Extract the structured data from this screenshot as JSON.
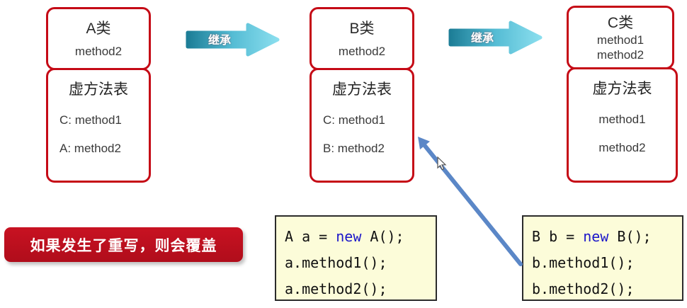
{
  "classes": [
    {
      "name": "A类",
      "methods": [
        "method2"
      ],
      "vtable_title": "虚方法表",
      "vtable_entries": [
        "C: method1",
        "A: method2"
      ]
    },
    {
      "name": "B类",
      "methods": [
        "method2"
      ],
      "vtable_title": "虚方法表",
      "vtable_entries": [
        "C: method1",
        "B: method2"
      ]
    },
    {
      "name": "C类",
      "methods": [
        "method1",
        "method2"
      ],
      "vtable_title": "虚方法表",
      "vtable_entries": [
        "method1",
        "method2"
      ]
    }
  ],
  "inherit_arrows": [
    {
      "label": "继承"
    },
    {
      "label": "继承"
    }
  ],
  "note": {
    "text": "如果发生了重写，则会覆盖"
  },
  "code_blocks": [
    {
      "lines": [
        {
          "pre": "A a = ",
          "kw": "new",
          "post": " A();"
        },
        {
          "pre": "a.method1();",
          "kw": "",
          "post": ""
        },
        {
          "pre": "a.method2();",
          "kw": "",
          "post": ""
        }
      ]
    },
    {
      "lines": [
        {
          "pre": "B b = ",
          "kw": "new",
          "post": " B();"
        },
        {
          "pre": "b.method1();",
          "kw": "",
          "post": ""
        },
        {
          "pre": "b.method2();",
          "kw": "",
          "post": ""
        }
      ]
    }
  ],
  "colors": {
    "box_border_red": "#c50a16",
    "note_red": "#c00f1d",
    "arrow_teal_dark": "#1d7e97",
    "arrow_teal_light": "#8adeee",
    "code_bg": "#fcfcd9",
    "keyword_blue": "#1c17c9",
    "pointer_blue": "#5b87c7"
  }
}
